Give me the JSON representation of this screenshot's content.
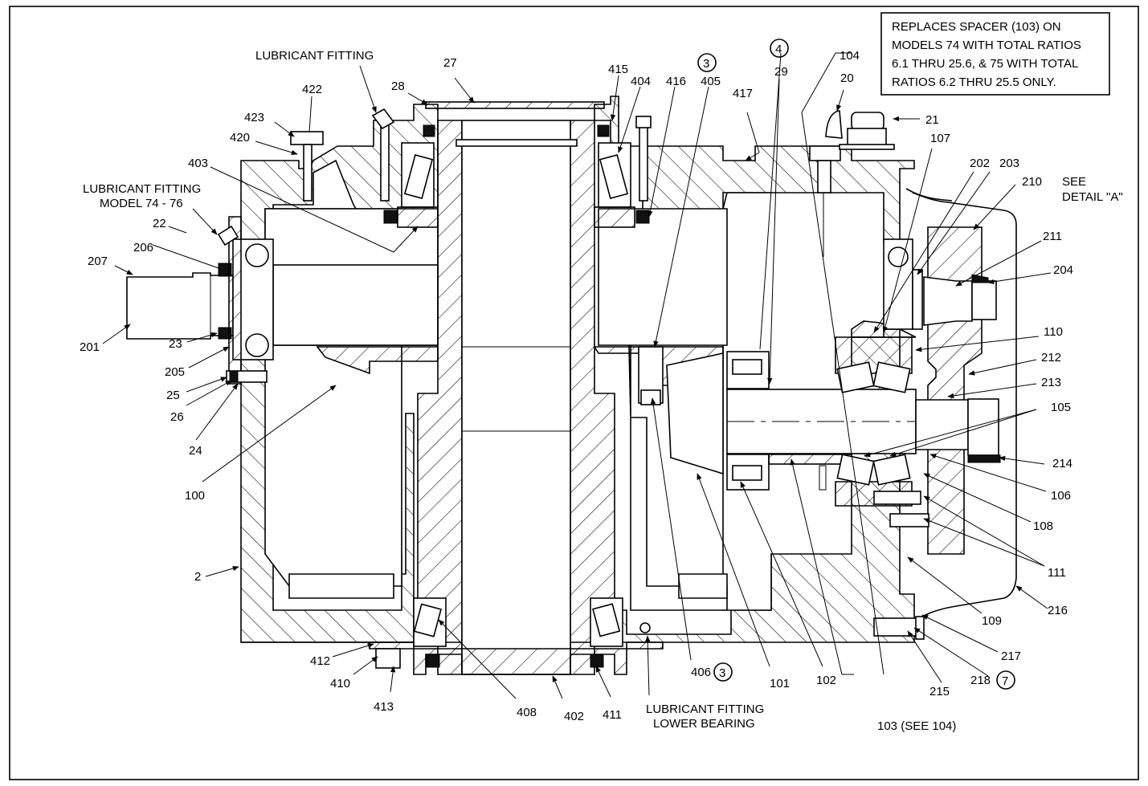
{
  "note": {
    "lines": [
      "REPLACES SPACER (103) ON",
      "MODELS 74 WITH TOTAL RATIOS",
      "6.1 THRU 25.6, & 75 WITH TOTAL",
      "RATIOS 6.2 THRU 25.5 ONLY."
    ]
  },
  "labels": {
    "lubricant_fitting_top": "LUBRICANT FITTING",
    "lubricant_fitting_model_1": "LUBRICANT FITTING",
    "lubricant_fitting_model_2": "MODEL 74 - 76",
    "lubricant_fitting_lower_1": "LUBRICANT FITTING",
    "lubricant_fitting_lower_2": "LOWER BEARING",
    "see_detail_1": "SEE",
    "see_detail_2": "DETAIL \"A\"",
    "see_104": "103 (SEE 104)"
  },
  "callouts": [
    "2",
    "20",
    "21",
    "22",
    "23",
    "24",
    "25",
    "26",
    "27",
    "28",
    "29",
    "100",
    "101",
    "102",
    "104",
    "105",
    "106",
    "107",
    "108",
    "109",
    "110",
    "111",
    "201",
    "202",
    "203",
    "204",
    "205",
    "206",
    "207",
    "210",
    "211",
    "212",
    "213",
    "214",
    "215",
    "216",
    "217",
    "402",
    "403",
    "404",
    "405",
    "406",
    "408",
    "410",
    "411",
    "412",
    "413",
    "415",
    "416",
    "417",
    "420",
    "422",
    "423",
    "218"
  ],
  "circled_refs": {
    "c4": "4",
    "c3_top": "3",
    "c3_bottom": "3",
    "c7": "7"
  }
}
